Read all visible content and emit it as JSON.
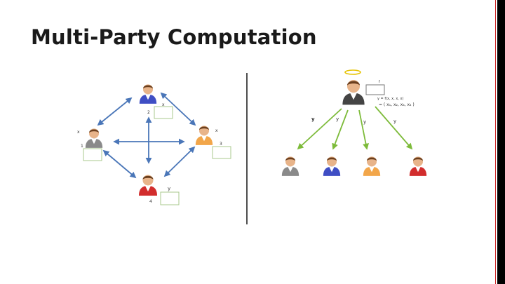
{
  "slide": {
    "title": "Multi-Party Computation"
  },
  "colors": {
    "arrow_blue": "#4a76b8",
    "arrow_green": "#7dbb3a",
    "box_green": "#a9c98c",
    "party_gray": "#8a8a8a",
    "party_blue": "#3f4ec4",
    "party_orange": "#f2a64a",
    "party_red": "#d22d2d",
    "divider": "#222222"
  },
  "peer_network": {
    "parties": [
      {
        "id": "2",
        "input_label": "x",
        "color": "party_blue"
      },
      {
        "id": "1",
        "input_label": "x",
        "color": "party_gray"
      },
      {
        "id": "3",
        "input_label": "x",
        "color": "party_orange"
      },
      {
        "id": "4",
        "input_label": "y",
        "color": "party_red"
      }
    ]
  },
  "trusted_party": {
    "box_label": "f",
    "formula_top": "y = f(x, x, x, x)",
    "formula_bottom": "= ( x₁, x₂, x₃, x₄ )",
    "output_labels": [
      "y",
      "y",
      "y",
      "y"
    ],
    "recipients": [
      "party_gray",
      "party_blue",
      "party_orange",
      "party_red"
    ]
  }
}
